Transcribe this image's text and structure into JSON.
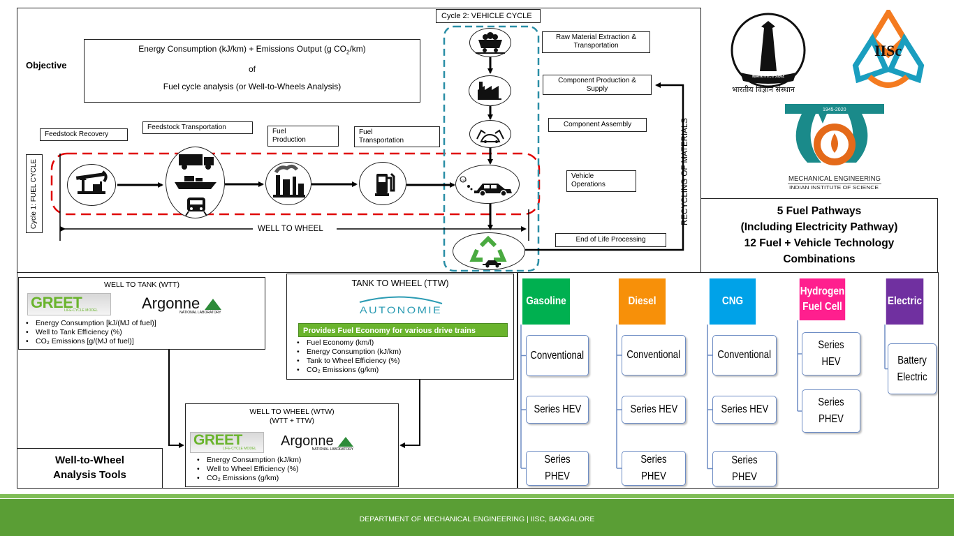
{
  "objective": {
    "label": "Objective",
    "line1": "Energy Consumption (kJ/km) + Emissions Output (g CO₂/km)",
    "line2": "of",
    "line3": "Fuel cycle analysis (or Well-to-Wheels Analysis)"
  },
  "cycle1": {
    "label": "Cycle 1: FUEL CYCLE",
    "stages": [
      "Feedstock Recovery",
      "Feedstock Transportation",
      "Fuel Production",
      "Fuel Transportation"
    ],
    "well_to_wheel": "WELL TO WHEEL"
  },
  "cycle2": {
    "label": "Cycle 2: VEHICLE CYCLE",
    "stages": [
      "Raw Material Extraction & Transportation",
      "Component Production & Supply",
      "Component Assembly",
      "Vehicle Operations",
      "End of Life Processing"
    ],
    "recycling": "RECYCLING OF MATERIALS"
  },
  "logos": {
    "iisc_text": "IISc",
    "iisc_seal_text": "INDIAN INSTITUTE OF SCIENCE",
    "iisc_hindi": "भारतीय विज्ञान संस्थान",
    "years": "1945-2020",
    "dept_line1": "MECHANICAL ENGINEERING",
    "dept_line2": "INDIAN INSTITUTE OF SCIENCE"
  },
  "summary": {
    "line1": "5 Fuel Pathways",
    "line2": "(Including Electricity Pathway)",
    "line3": "12 Fuel + Vehicle Technology",
    "line4": "Combinations"
  },
  "wtt": {
    "title": "WELL TO TANK (WTT)",
    "greet": "GREET",
    "greet_sub": "LIFE-CYCLE MODEL",
    "argonne": "Argonne",
    "argonne_sub": "NATIONAL LABORATORY",
    "bullets": [
      "Energy Consumption [kJ/(MJ of fuel)]",
      "Well to Tank Efficiency (%)",
      "CO₂ Emissions [g/(MJ of fuel)]"
    ]
  },
  "ttw": {
    "title": "TANK TO WHEEL (TTW)",
    "autonomie": "AUTONOMIE",
    "banner": "Provides Fuel Economy for various drive trains",
    "bullets": [
      "Fuel Economy (km/l)",
      "Energy Consumption (kJ/km)",
      "Tank to Wheel Efficiency (%)",
      "CO₂ Emissions (g/km)"
    ]
  },
  "wtw": {
    "title": "WELL TO WHEEL (WTW)",
    "subtitle": "(WTT + TTW)",
    "greet": "GREET",
    "greet_sub": "LIFE-CYCLE MODEL",
    "argonne": "Argonne",
    "argonne_sub": "NATIONAL LABORATORY",
    "bullets": [
      "Energy Consumption (kJ/km)",
      "Well to Wheel Efficiency (%)",
      "CO₂ Emissions (g/km)"
    ]
  },
  "tools_label": "Well-to-Wheel Analysis Tools",
  "fuels": [
    {
      "name": "Gasoline",
      "color": "#00b050",
      "techs": [
        "Conventional",
        "Series HEV",
        "Series PHEV"
      ]
    },
    {
      "name": "Diesel",
      "color": "#f79009",
      "techs": [
        "Conventional",
        "Series HEV",
        "Series PHEV"
      ]
    },
    {
      "name": "CNG",
      "color": "#00a2e8",
      "techs": [
        "Conventional",
        "Series HEV",
        "Series PHEV"
      ]
    },
    {
      "name": "Hydrogen Fuel Cell",
      "color": "#ff1f8e",
      "techs": [
        "Series HEV",
        "Series PHEV"
      ]
    },
    {
      "name": "Electric",
      "color": "#7030a0",
      "techs": [
        "Battery Electric"
      ]
    }
  ],
  "footer": "DEPARTMENT OF MECHANICAL ENGINEERING | IISC, BANGALORE",
  "colors": {
    "footer_green": "#5a9e35",
    "dash_red": "#e00000",
    "dash_teal": "#2a8ea6",
    "greet_green": "#6ab42d"
  }
}
